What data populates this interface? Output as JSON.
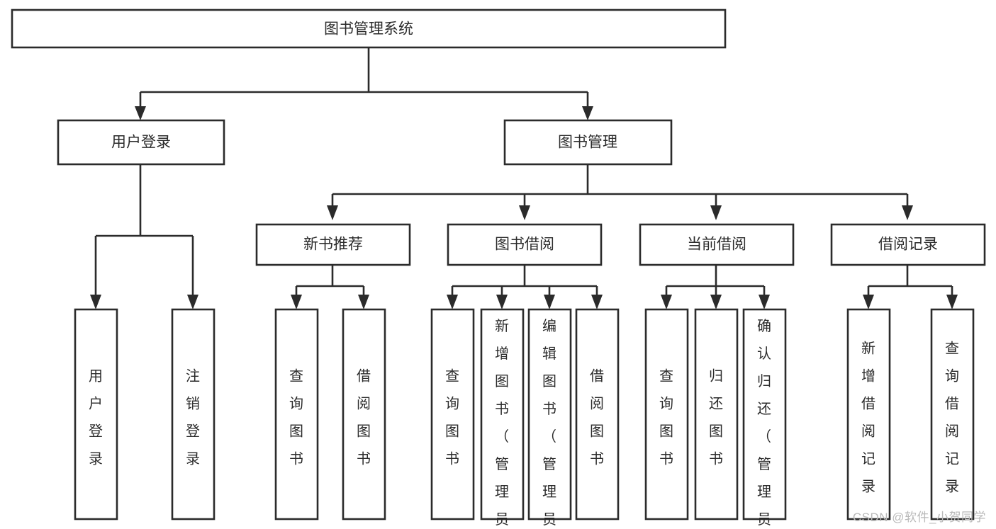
{
  "diagram": {
    "type": "tree-hierarchy",
    "orientation": "top-down",
    "title": "图书管理系统",
    "watermark": "CSDN @软件_小贺同学",
    "levels": 4,
    "nodes": {
      "root": {
        "label": "图书管理系统"
      },
      "level2": [
        {
          "id": "user-login",
          "label": "用户登录"
        },
        {
          "id": "book-manage",
          "label": "图书管理"
        }
      ],
      "level3": [
        {
          "id": "new-book-recommend",
          "label": "新书推荐"
        },
        {
          "id": "book-borrow",
          "label": "图书借阅"
        },
        {
          "id": "current-borrow",
          "label": "当前借阅"
        },
        {
          "id": "borrow-record",
          "label": "借阅记录"
        }
      ],
      "leaves": [
        {
          "id": "leaf-user-login",
          "parent": "user-login",
          "label": "用户登录"
        },
        {
          "id": "leaf-logout",
          "parent": "user-login",
          "label": "注销登录"
        },
        {
          "id": "leaf-query-book-1",
          "parent": "new-book-recommend",
          "label": "查询图书"
        },
        {
          "id": "leaf-borrow-book-1",
          "parent": "new-book-recommend",
          "label": "借阅图书"
        },
        {
          "id": "leaf-query-book-2",
          "parent": "book-borrow",
          "label": "查询图书"
        },
        {
          "id": "leaf-add-book",
          "parent": "book-borrow",
          "label": "新增图书（管理员）"
        },
        {
          "id": "leaf-edit-book",
          "parent": "book-borrow",
          "label": "编辑图书（管理员）"
        },
        {
          "id": "leaf-borrow-book-2",
          "parent": "book-borrow",
          "label": "借阅图书"
        },
        {
          "id": "leaf-query-book-3",
          "parent": "current-borrow",
          "label": "查询图书"
        },
        {
          "id": "leaf-return-book",
          "parent": "current-borrow",
          "label": "归还图书"
        },
        {
          "id": "leaf-confirm-return",
          "parent": "current-borrow",
          "label": "确认归还（管理员）"
        },
        {
          "id": "leaf-add-record",
          "parent": "borrow-record",
          "label": "新增借阅记录"
        },
        {
          "id": "leaf-query-record",
          "parent": "borrow-record",
          "label": "查询借阅记录"
        }
      ]
    },
    "colors": {
      "stroke": "#2b2b2b",
      "fill": "#ffffff",
      "text": "#2b2b2b",
      "watermark": "#b9b9b9",
      "background": "#ffffff"
    }
  }
}
